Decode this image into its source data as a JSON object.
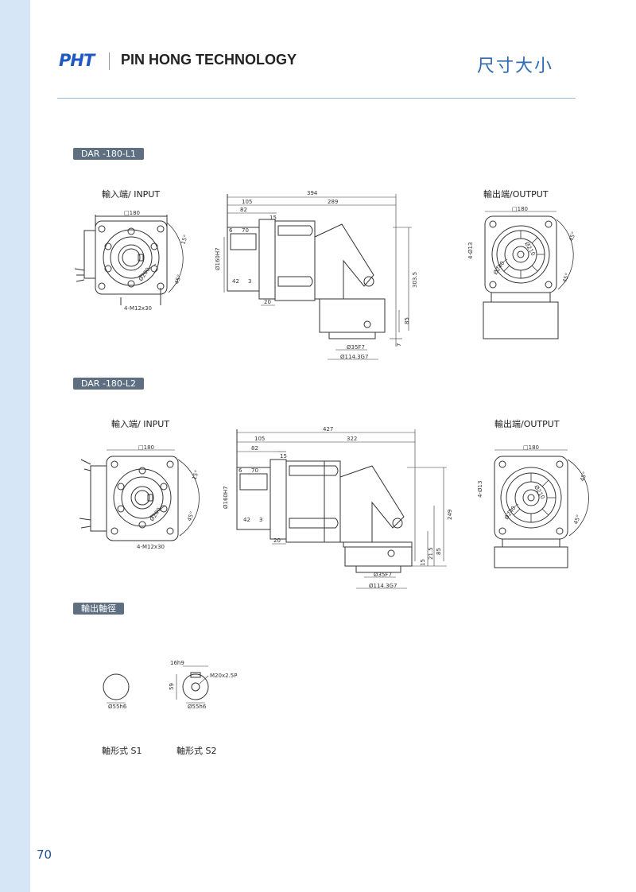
{
  "header": {
    "logo_text": "PHT",
    "company": "PIN HONG TECHNOLOGY",
    "page_title": "尺寸大小"
  },
  "sections": [
    {
      "model": "DAR -180-L1",
      "input_label": "輸入端/ INPUT",
      "output_label": "輸出端/OUTPUT",
      "input_view": {
        "square": "□180",
        "bolt": "4-M12x30",
        "pcd": "Ø200",
        "angle1": "15°",
        "angle2": "45°"
      },
      "side_view": {
        "overall": "394",
        "d105": "105",
        "d289": "289",
        "d82": "82",
        "d15": "15",
        "d6": "6",
        "d70": "70",
        "d42": "42",
        "d3": "3",
        "d20": "20",
        "bore": "Ø160H7",
        "height": "303.5",
        "d85": "85",
        "d7": "7",
        "shaft": "Ø35F7",
        "pilot": "Ø114.3G7"
      },
      "output_view": {
        "square": "□180",
        "holes": "4-Ø13",
        "pcd": "Ø240",
        "shaft": "Ø210",
        "angle1": "45°",
        "angle2": "45°"
      }
    },
    {
      "model": "DAR -180-L2",
      "input_label": "輸入端/ INPUT",
      "output_label": "輸出端/OUTPUT",
      "input_view": {
        "square": "□180",
        "bolt": "4-M12x30",
        "pcd": "Ø200",
        "angle1": "15°",
        "angle2": "45°"
      },
      "side_view": {
        "overall": "427",
        "d105": "105",
        "d322": "322",
        "d82": "82",
        "d15": "15",
        "d6": "6",
        "d70": "70",
        "d42": "42",
        "d3": "3",
        "d20": "20",
        "bore": "Ø160H7",
        "height": "249",
        "d21_5": "21.5",
        "d85": "85",
        "d15b": "15",
        "shaft": "Ø35F7",
        "pilot": "Ø114.3G7"
      },
      "output_view": {
        "square": "□180",
        "holes": "4-Ø13",
        "pcd": "Ø240",
        "shaft": "Ø210",
        "angle1": "45°",
        "angle2": "45°"
      }
    }
  ],
  "shaft_section": {
    "tag": "輸出軸徑",
    "s1": {
      "diameter": "Ø55h6",
      "caption": "軸形式 S1"
    },
    "s2": {
      "diameter": "Ø55h6",
      "key_width": "16h9",
      "key_height": "59",
      "thread": "M20x2.5P",
      "caption": "軸形式 S2"
    }
  },
  "page_number": "70",
  "colors": {
    "sidebar": "#d6e6f6",
    "accent": "#2f6bb3",
    "tag_bg": "#5e6f82",
    "logo": "#1f58c4"
  }
}
